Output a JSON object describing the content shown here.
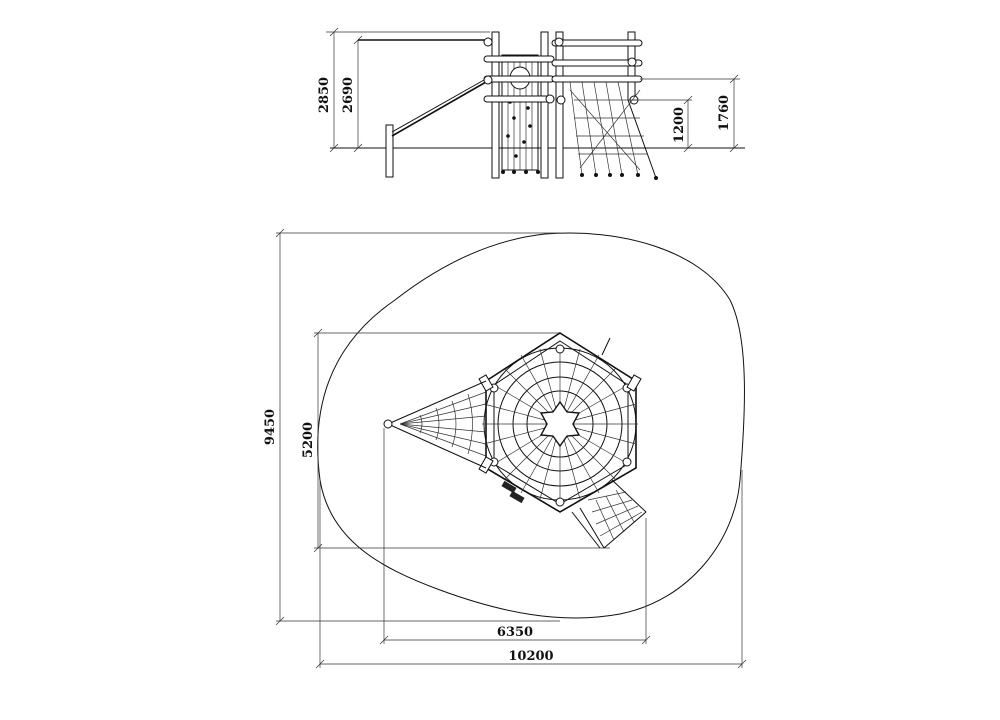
{
  "elevation": {
    "dim_total_height": "2850",
    "dim_frame_height": "2690",
    "dim_platform_height": "1200",
    "dim_net_height": "1760"
  },
  "plan": {
    "dim_safety_depth": "9450",
    "dim_structure_depth": "5200",
    "dim_structure_width": "6350",
    "dim_safety_width": "10200"
  }
}
